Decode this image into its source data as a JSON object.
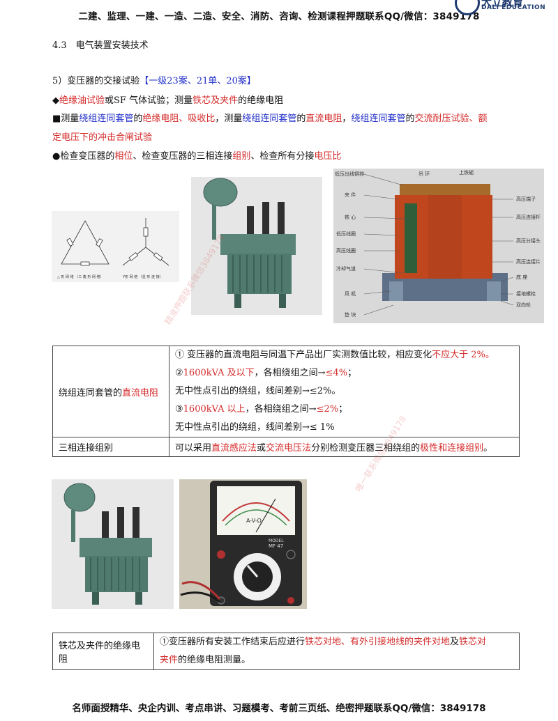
{
  "header": {
    "text": "二建、监理、一建、一造、二造、安全、消防、咨询、检测课程押题联系QQ/微信：3849178"
  },
  "logo": {
    "cn": "大立教育",
    "en": "DALI EDUCATION"
  },
  "section_title": "4.3　电气装置安装技术",
  "subsection": {
    "prefix": "5）变压器的交接试验",
    "tag": "【一级23案、21单、20案】"
  },
  "bullets": {
    "b1": {
      "marker": "◆",
      "p1": "绝缘油试验",
      "p2": "或SF 气体试验；测量",
      "p3": "铁芯及夹件",
      "p4": "的绝缘电阻"
    },
    "b2": {
      "marker": "■",
      "p1": "测量",
      "p2": "绕组连同套管",
      "p3": "的",
      "p4": "绝缘电阻、吸收比",
      "p5": "，测量",
      "p6": "绕组连同套管",
      "p7": "的",
      "p8": "直流电阻",
      "p9": "，",
      "p10": "绕组连同套管",
      "p11": "的",
      "p12": "交流耐压试验、额",
      "p13": "定电压下的冲击合闸试验"
    },
    "b3": {
      "marker": "●",
      "p1": "检查变压器的",
      "p2": "相位",
      "p3": "、检查变压器的三相连接",
      "p4": "组别",
      "p5": "、检查所有分接",
      "p6": "电压比"
    }
  },
  "fig_circuit": {
    "label_delta": "△ 形 网 络 （三 角 形 网 络）",
    "label_y": "Y形 网 络 （星 形 连 接）"
  },
  "fig_diagram_labels": {
    "left": [
      "低压出线铜排",
      "夹 件",
      "铁 心",
      "低压线圈",
      "高压线圈",
      "冷却气道",
      "风 机",
      "垫 块"
    ],
    "top": [
      "吊 环",
      "上铁轭"
    ],
    "right": [
      "高压端子",
      "高压连接杆",
      "高压分接头",
      "高压连接片",
      "底 座",
      "接地螺栓",
      "双向轮"
    ]
  },
  "table1": {
    "rows": [
      {
        "label_a": "绕组连同套管的",
        "label_b": "直流电阻",
        "l1a": "①  变压器的直流电阻与同温下产品出厂实测数值比较，相应变化",
        "l1b": "不应大于 2%。",
        "l2a": "②",
        "l2b": "1600kVA 及以下",
        "l2c": "，各相绕组之间→",
        "l2d": "≤4%",
        "l3": "无中性点引出的绕组，线间差别→≤2%。",
        "l4a": "③",
        "l4b": "1600kVA  以上",
        "l4c": "，各相绕组之间→",
        "l4d": "≤2%",
        "l5": "无中性点引出的绕组，线间差别→≤  1%"
      },
      {
        "label": "三相连接组别",
        "c1": "可以采用",
        "c2": "直流感应法",
        "c3": "或",
        "c4": "交流电压法",
        "c5": "分别检测变压器三相绕组的",
        "c6": "极性和连接组别",
        "c7": "。"
      }
    ]
  },
  "meter": {
    "brand": "MODEL",
    "model": "MF 47",
    "scale": "A-V-Ω"
  },
  "table2": {
    "label": "铁芯及夹件的绝缘电阻",
    "l1a": "①变压器所有安装工作结束后应进行",
    "l1b": "铁芯对地、有外引接地线的夹件对地",
    "l1c": "及",
    "l1d": "铁芯对",
    "l2a": "夹件",
    "l2b": "的绝缘电阻测量。"
  },
  "watermarks": {
    "w1": "精准押题联系微信3849178",
    "w2": "唯一联系微信3849178"
  },
  "footer": {
    "text": "名师面授精华、央企内训、考点串讲、习题模考、考前三页纸、绝密押题联系QQ/微信：3849178"
  },
  "colors": {
    "red": "#d42a2a",
    "blue": "#2230c8",
    "brand": "#1e3a6e"
  }
}
